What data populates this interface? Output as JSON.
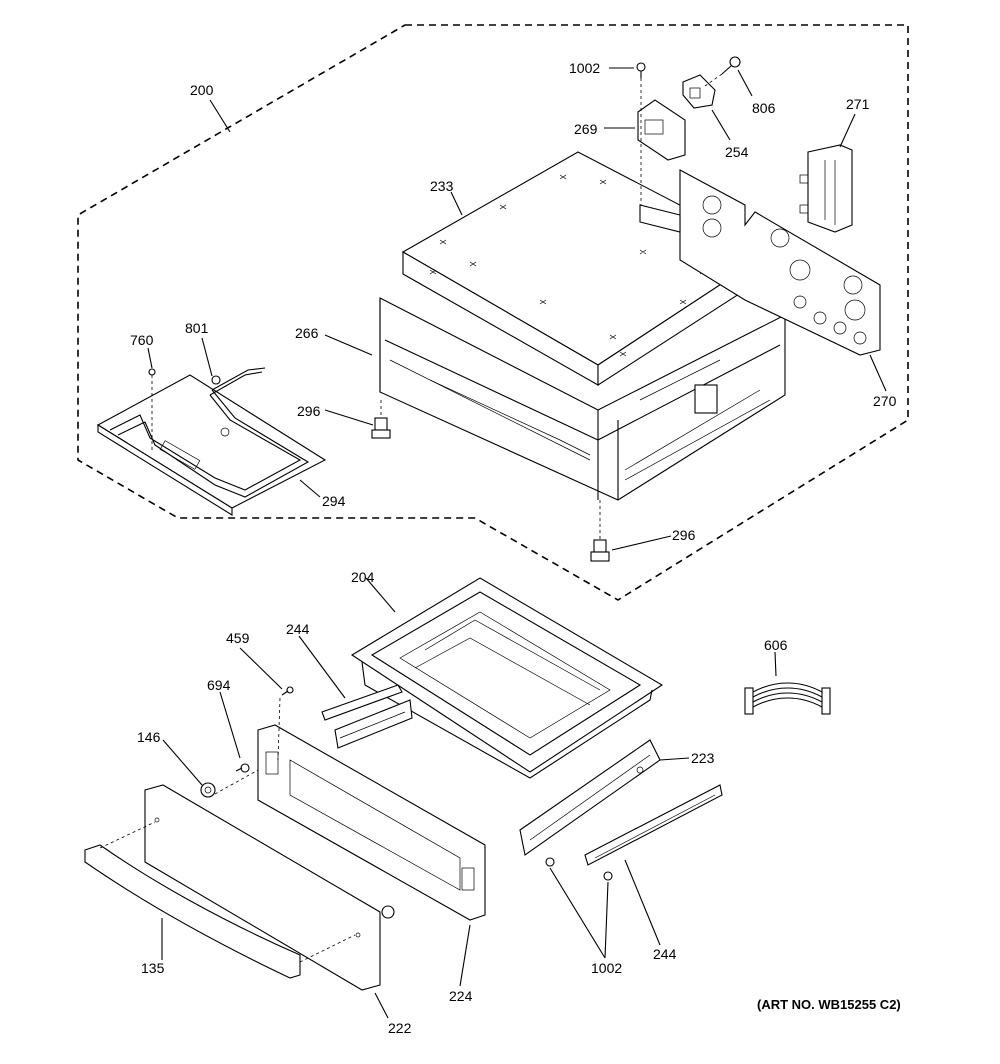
{
  "labels": {
    "l200": "200",
    "l1002a": "1002",
    "l806": "806",
    "l271": "271",
    "l269": "269",
    "l254": "254",
    "l233": "233",
    "l266": "266",
    "l760": "760",
    "l801": "801",
    "l296a": "296",
    "l296b": "296",
    "l294": "294",
    "l270": "270",
    "l204": "204",
    "l244a": "244",
    "l459": "459",
    "l606": "606",
    "l694": "694",
    "l146": "146",
    "l223": "223",
    "l135": "135",
    "l224": "224",
    "l1002b": "1002",
    "l244b": "244",
    "l222": "222"
  },
  "art_number": "(ART NO. WB15255 C2)"
}
